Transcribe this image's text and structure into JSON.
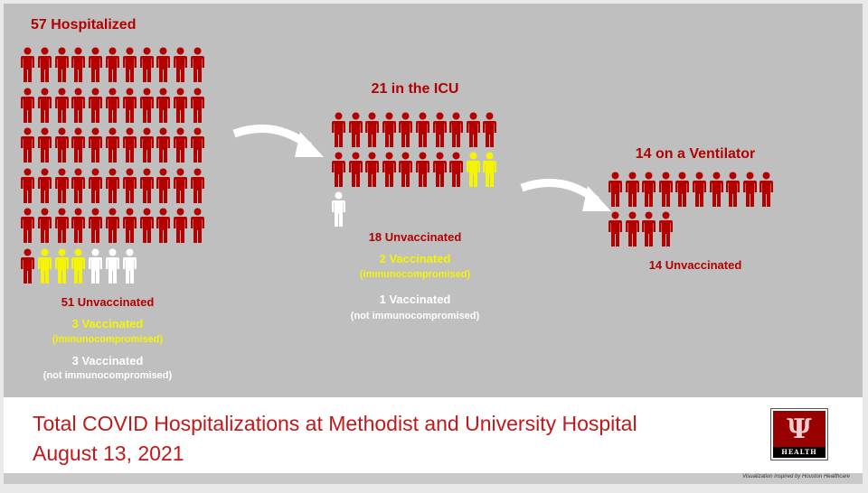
{
  "colors": {
    "unvaccinated": "#b50000",
    "vaccinated_immuno": "#f5f500",
    "vaccinated_not_immuno": "#ffffff"
  },
  "hospitalized": {
    "title": "57 Hospitalized",
    "unvaccinated_count": 51,
    "vaccinated_immuno_count": 3,
    "vaccinated_not_immuno_count": 3,
    "unvaccinated_label": "51 Unvaccinated",
    "immuno_label": "3 Vaccinated",
    "immuno_sub": "(immunocompromised)",
    "not_immuno_label": "3 Vaccinated",
    "not_immuno_sub": "(not immunocompromised)"
  },
  "icu": {
    "title": "21 in the ICU",
    "unvaccinated_count": 18,
    "vaccinated_immuno_count": 2,
    "vaccinated_not_immuno_count": 1,
    "unvaccinated_label": "18 Unvaccinated",
    "immuno_label": "2 Vaccinated",
    "immuno_sub": "(immunocompromised)",
    "not_immuno_label": "1 Vaccinated",
    "not_immuno_sub": "(not immunocompromised)"
  },
  "ventilator": {
    "title": "14 on a Ventilator",
    "unvaccinated_count": 14,
    "unvaccinated_label": "14 Unvaccinated"
  },
  "footer": {
    "title_line1": "Total COVID Hospitalizations at Methodist and University Hospital",
    "title_line2": "August 13, 2021",
    "logo_text": "HEALTH",
    "credit": "Visualization inspired by Houston Healthcare"
  }
}
